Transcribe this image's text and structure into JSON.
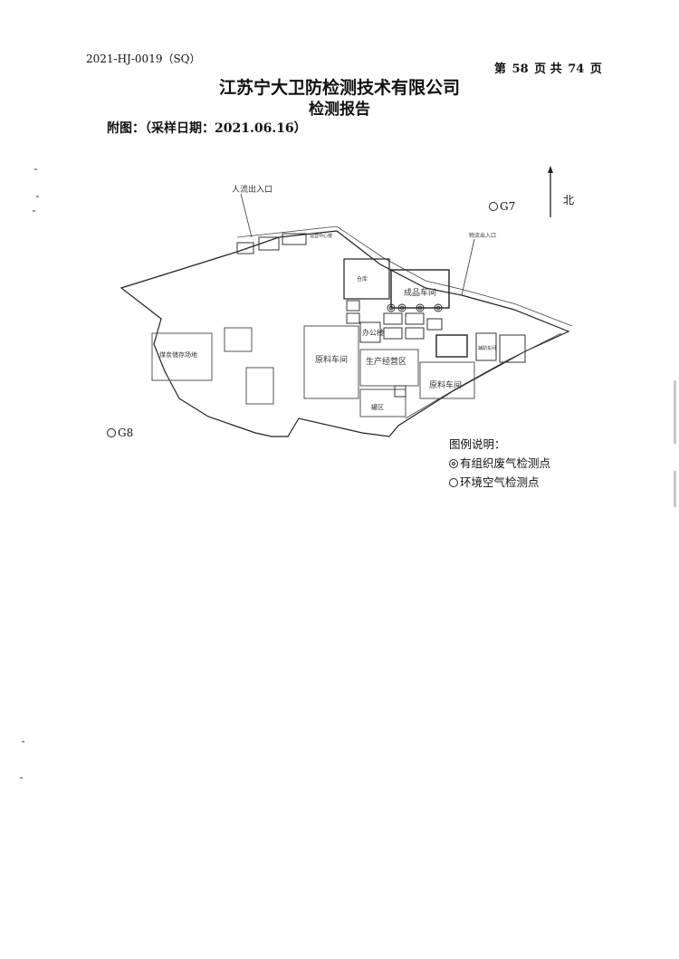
{
  "header": {
    "doc_no": "2021-HJ-0019（SQ）",
    "page_prefix": "第",
    "page_current": "58",
    "page_mid": "页 共",
    "page_total": "74",
    "page_suffix": "页"
  },
  "company": "江苏宁大卫防检测技术有限公司",
  "report_title": "检测报告",
  "attachment": "附图：（采样日期：2021.06.16）",
  "north": "北",
  "map": {
    "labels": {
      "entrance": "人流出入口",
      "logistics_entrance": "物流出入口",
      "finished_workshop": "成品车间",
      "raw_workshop": "原料车间",
      "raw_workshop_2": "原料车间",
      "production_area": "生产经营区",
      "warehouse": "仓库",
      "office": "办公楼",
      "tank": "罐区",
      "office_center": "运营中心楼",
      "plant_left": "煤炭储存场地",
      "plant_right": "辅助车间"
    }
  },
  "points": {
    "g7": "G7",
    "g8": "G8"
  },
  "legend": {
    "title": "图例说明：",
    "organized": "有组织废气检测点",
    "ambient": "环境空气检测点"
  }
}
